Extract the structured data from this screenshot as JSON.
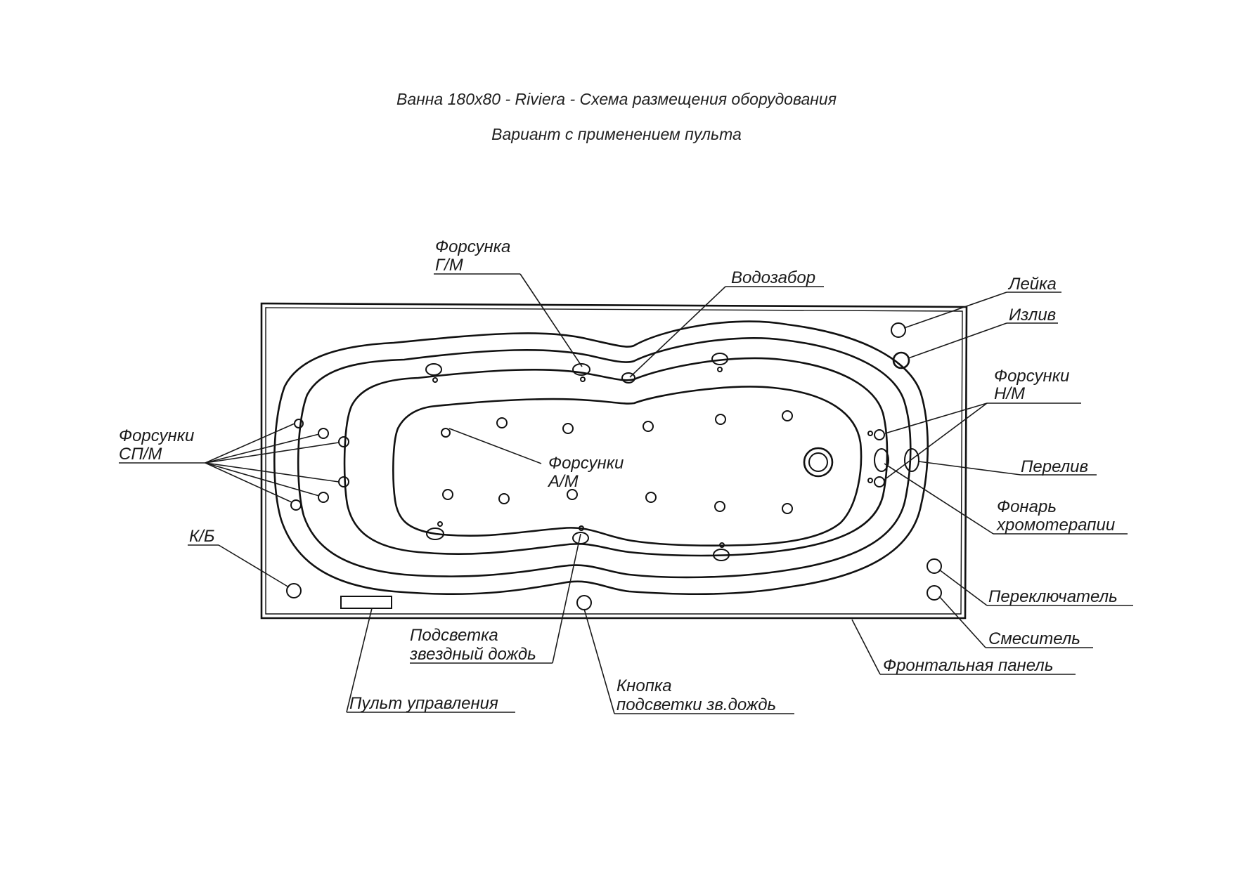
{
  "title": "Ванна 180x80 - Riviera - Схема размещения оборудования",
  "subtitle": "Вариант с применением пульта",
  "labels": {
    "forsunka_gm_1": "Форсунка",
    "forsunka_gm_2": "Г/М",
    "vodozabor": "Водозабор",
    "leyka": "Лейка",
    "izliv": "Излив",
    "forsunki_nm_1": "Форсунки",
    "forsunki_nm_2": "Н/М",
    "pereliv": "Перелив",
    "fonar_1": "Фонарь",
    "fonar_2": "хромотерапии",
    "pereklyuchatel": "Переключатель",
    "smesitel": "Смеситель",
    "frontal": "Фронтальная панель",
    "forsunki_spm_1": "Форсунки",
    "forsunki_spm_2": "СП/М",
    "forsunki_am_1": "Форсунки",
    "forsunki_am_2": "А/М",
    "kb": "К/Б",
    "podsvetka_1": "Подсветка",
    "podsvetka_2": "звездный дождь",
    "pult": "Пульт управления",
    "knopka_1": "Кнопка",
    "knopka_2": "подсветки зв.дождь"
  }
}
